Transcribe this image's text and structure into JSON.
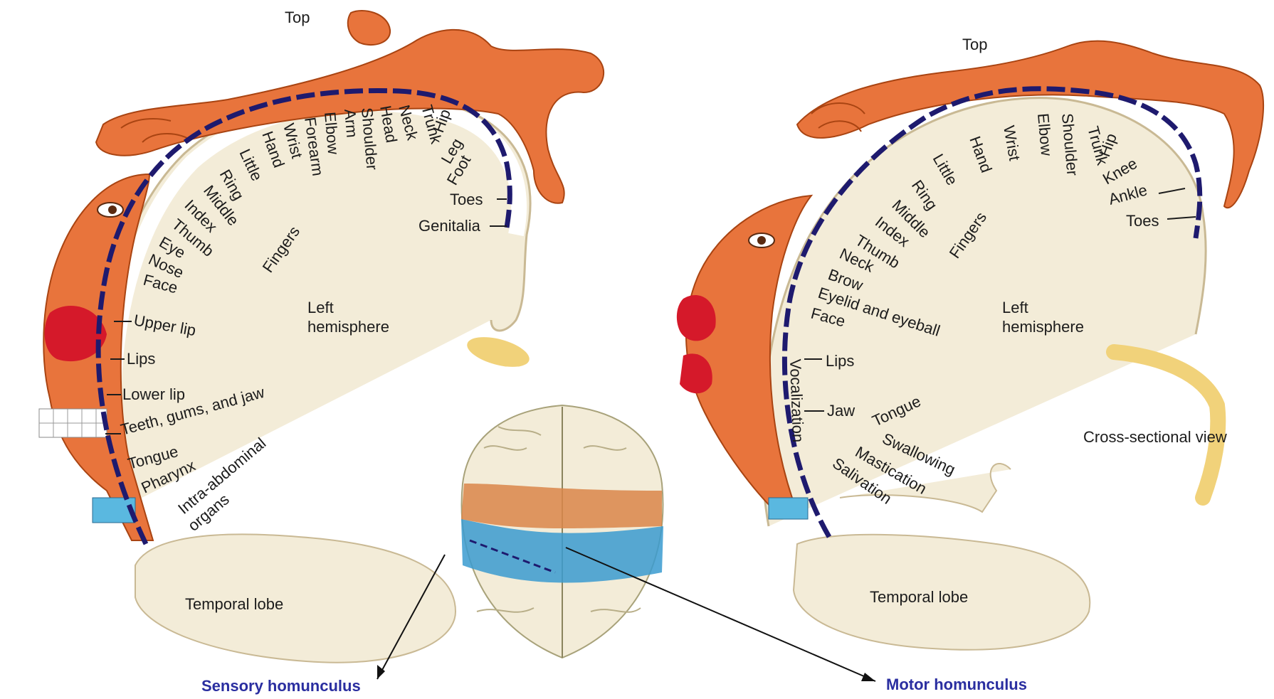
{
  "sensory": {
    "top": "Top",
    "hemisphere_line1": "Left",
    "hemisphere_line2": "hemisphere",
    "temporal": "Temporal lobe",
    "fingers": "Fingers",
    "caption": "Sensory homunculus",
    "labels": [
      "Genitalia",
      "Toes",
      "Foot",
      "Leg",
      "Hip",
      "Trunk",
      "Neck",
      "Head",
      "Shoulder",
      "Arm",
      "Elbow",
      "Forearm",
      "Wrist",
      "Hand",
      "Little",
      "Ring",
      "Middle",
      "Index",
      "Thumb",
      "Eye",
      "Nose",
      "Face",
      "Upper lip",
      "Lips",
      "Lower lip",
      "Teeth, gums, and jaw",
      "Tongue",
      "Pharynx",
      "Intra-abdominal",
      "organs"
    ]
  },
  "motor": {
    "top": "Top",
    "hemisphere_line1": "Left",
    "hemisphere_line2": "hemisphere",
    "temporal": "Temporal lobe",
    "fingers": "Fingers",
    "cross_section": "Cross-sectional view",
    "caption": "Motor homunculus",
    "labels": [
      "Toes",
      "Ankle",
      "Knee",
      "Hip",
      "Trunk",
      "Shoulder",
      "Elbow",
      "Wrist",
      "Hand",
      "Little",
      "Ring",
      "Middle",
      "Index",
      "Thumb",
      "Neck",
      "Brow",
      "Eyelid and eyeball",
      "Face",
      "Lips",
      "Vocalization",
      "Jaw",
      "Tongue",
      "Swallowing",
      "Mastication",
      "Salivation"
    ]
  },
  "colors": {
    "homunculus_skin": "#e8743c",
    "cortex_strip": "#1e1a6e",
    "brain_tissue": "#f3ecd8",
    "sensory_band": "#3a9bd0",
    "motor_band": "#d9864a",
    "caption": "#2a2ea0"
  }
}
